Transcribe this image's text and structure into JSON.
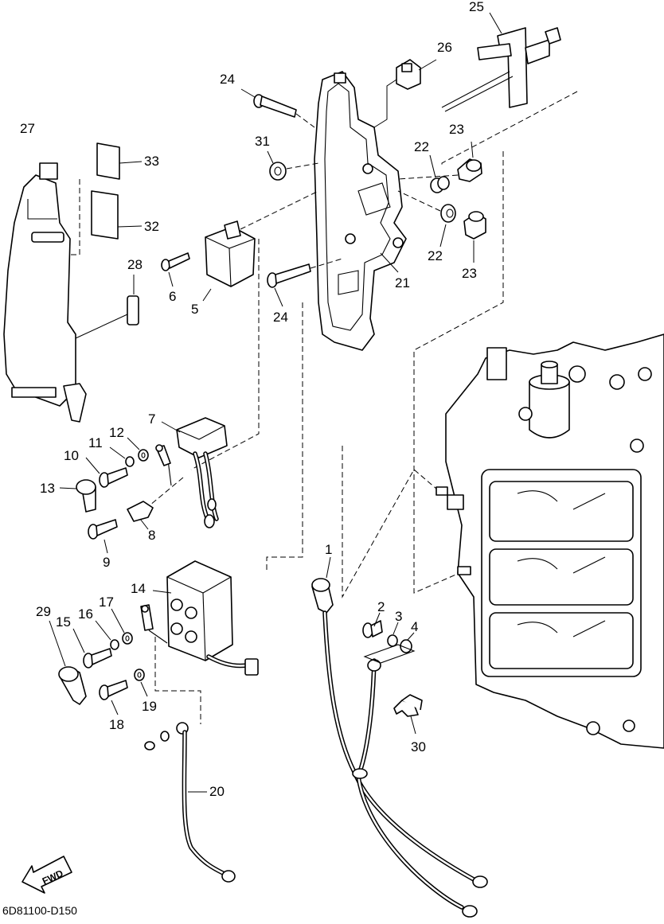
{
  "callouts": [
    {
      "id": "1",
      "text": "1"
    },
    {
      "id": "2",
      "text": "2"
    },
    {
      "id": "3",
      "text": "3"
    },
    {
      "id": "4",
      "text": "4"
    },
    {
      "id": "5",
      "text": "5"
    },
    {
      "id": "6",
      "text": "6"
    },
    {
      "id": "7",
      "text": "7"
    },
    {
      "id": "8",
      "text": "8"
    },
    {
      "id": "9",
      "text": "9"
    },
    {
      "id": "10",
      "text": "10"
    },
    {
      "id": "11",
      "text": "11"
    },
    {
      "id": "12",
      "text": "12"
    },
    {
      "id": "13",
      "text": "13"
    },
    {
      "id": "14",
      "text": "14"
    },
    {
      "id": "15",
      "text": "15"
    },
    {
      "id": "16",
      "text": "16"
    },
    {
      "id": "17",
      "text": "17"
    },
    {
      "id": "18",
      "text": "18"
    },
    {
      "id": "19",
      "text": "19"
    },
    {
      "id": "20",
      "text": "20"
    },
    {
      "id": "21",
      "text": "21"
    },
    {
      "id": "22a",
      "text": "22"
    },
    {
      "id": "22b",
      "text": "22"
    },
    {
      "id": "23a",
      "text": "23"
    },
    {
      "id": "23b",
      "text": "23"
    },
    {
      "id": "24a",
      "text": "24"
    },
    {
      "id": "24b",
      "text": "24"
    },
    {
      "id": "25",
      "text": "25"
    },
    {
      "id": "26",
      "text": "26"
    },
    {
      "id": "27",
      "text": "27"
    },
    {
      "id": "28",
      "text": "28"
    },
    {
      "id": "29",
      "text": "29"
    },
    {
      "id": "30",
      "text": "30"
    },
    {
      "id": "31",
      "text": "31"
    },
    {
      "id": "32",
      "text": "32"
    },
    {
      "id": "33",
      "text": "33"
    }
  ],
  "direction_marker": "FWD",
  "drawing_code": "6D81100-D150"
}
